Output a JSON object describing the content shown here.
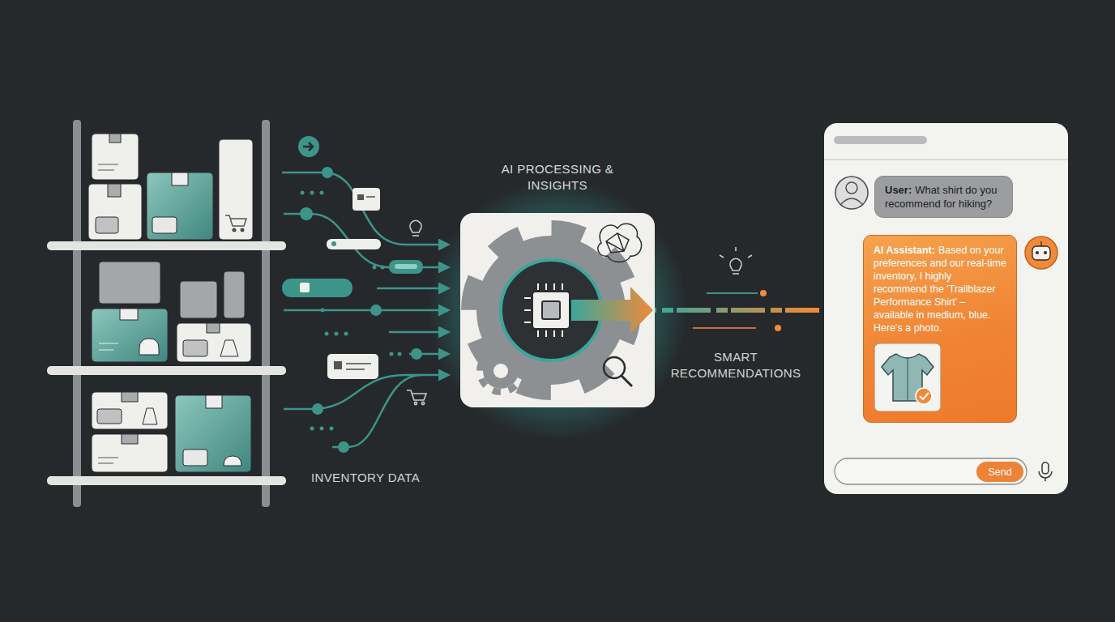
{
  "diagram": {
    "nodes": [
      {
        "text": [
          "AI PROCESSING & INSIGHTS"
        ]
      },
      {
        "text": [
          "User:",
          "What shirt do you recommend for hiking?"
        ]
      },
      {
        "text": [
          "AI Assistant:",
          "Based on your preferences and our real-time inventory, I highly recommend the 'Trailblazer Performance Shirt' – available in medium, blue. Here's a photo."
        ]
      },
      {
        "text": [
          "Send"
        ]
      }
    ],
    "edges": [
      {
        "from": 0,
        "to": 2,
        "arrow": "to",
        "label": "SMART RECOMMENDATIONS"
      }
    ],
    "labels": [
      "INVENTORY DATA"
    ]
  }
}
